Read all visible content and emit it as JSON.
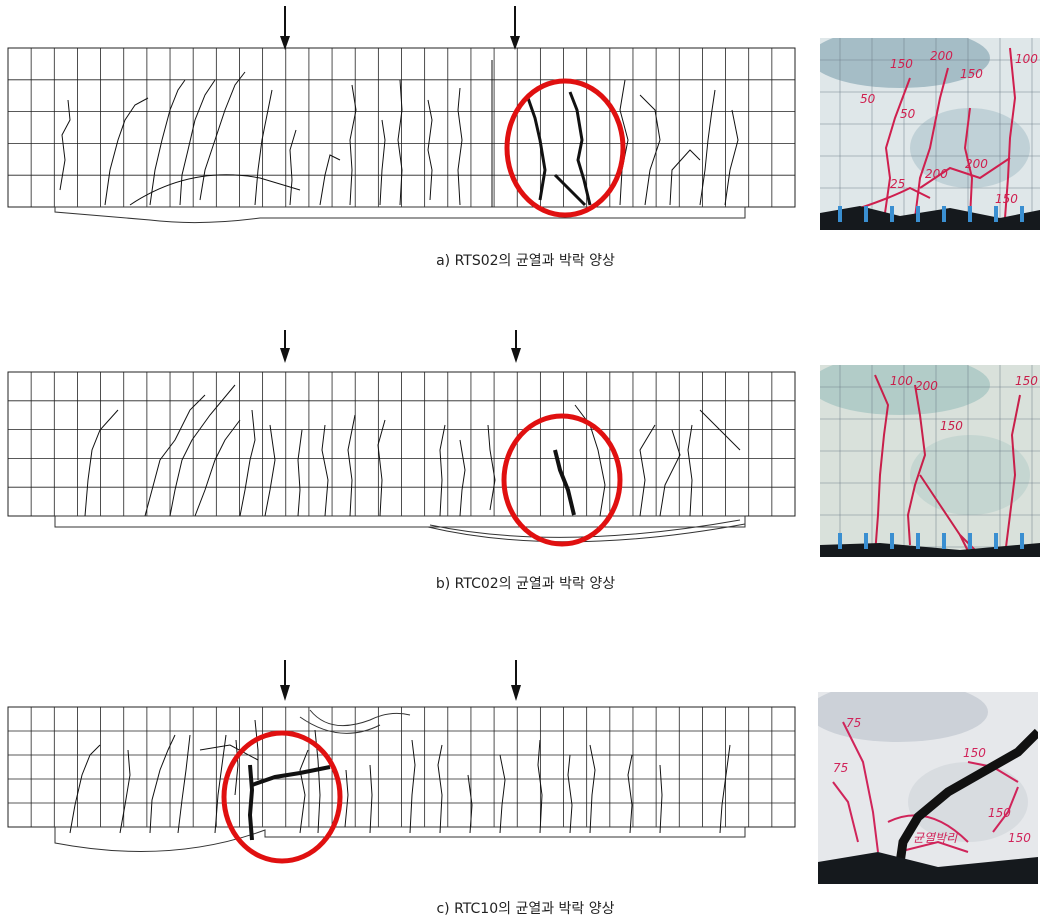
{
  "panels": [
    {
      "caption": "a) RTS02의 균열과 박락 양상",
      "photo_labels": [
        "150",
        "200",
        "150",
        "50",
        "50",
        "25",
        "200",
        "200",
        "150",
        "100"
      ],
      "photo_colors": {
        "bg": "#dfe7e9",
        "stain": "#3a6f86",
        "crack": "#cf1f4e"
      }
    },
    {
      "caption": "b) RTC02의 균열과 박락 양상",
      "photo_labels": [
        "100",
        "200",
        "150",
        "150"
      ],
      "photo_colors": {
        "bg": "#d9e1db",
        "stain": "#6aa6a6",
        "crack": "#c81f4a"
      }
    },
    {
      "caption": "c) RTC10의 균열과 박락 양상",
      "photo_labels": [
        "75",
        "75",
        "150",
        "150",
        "150",
        "균열박리"
      ],
      "photo_colors": {
        "bg": "#e6e8eb",
        "stain": "#9aa6b4",
        "crack": "#d0245a"
      }
    }
  ],
  "colors": {
    "grid": "#222222",
    "crack": "#111111",
    "highlight": "#e01010"
  }
}
